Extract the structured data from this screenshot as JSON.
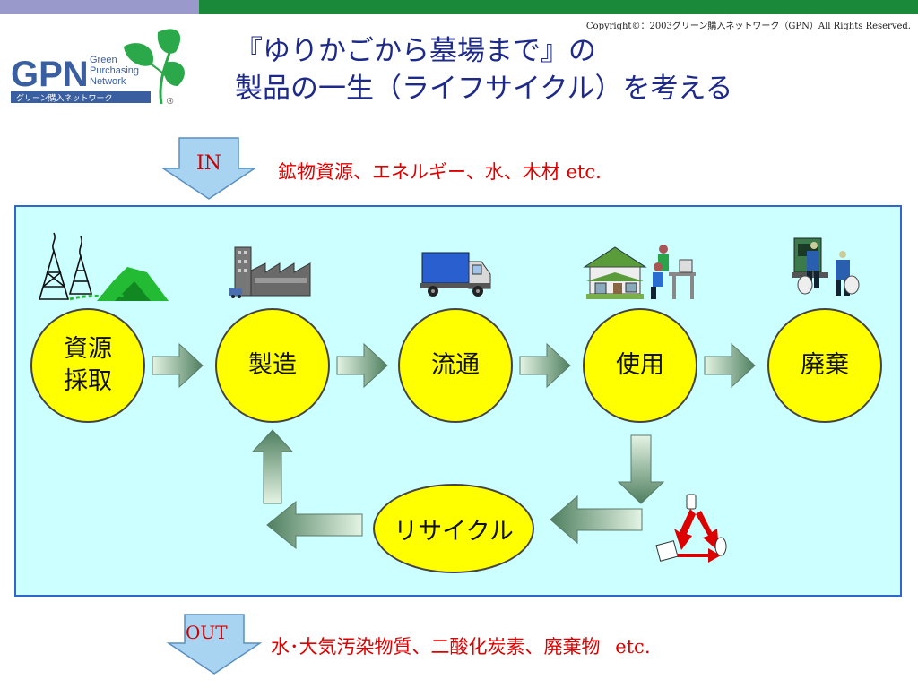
{
  "copyright": "Copyright©：2003グリーン購入ネットワーク（GPN）All Rights Reserved.",
  "logo": {
    "mark": "GPN",
    "words": [
      "Green",
      "Purchasing",
      "Network"
    ],
    "jp": "グリーン購入ネットワーク",
    "registered": "®"
  },
  "title": {
    "line1": "『ゆりかごから墓場まで』の",
    "line2": "製品の一生（ライフサイクル）を考える"
  },
  "input": {
    "label": "IN",
    "text": "鉱物資源、エネルギー、水、木材",
    "etc": "etc."
  },
  "output": {
    "label": "OUT",
    "text": "水･大気汚染物質、二酸化炭素、廃棄物",
    "etc": "etc."
  },
  "stages": [
    {
      "label": "資源\n採取",
      "icon": "mining-icon"
    },
    {
      "label": "製造",
      "icon": "factory-icon"
    },
    {
      "label": "流通",
      "icon": "truck-icon"
    },
    {
      "label": "使用",
      "icon": "house-office-icon"
    },
    {
      "label": "廃棄",
      "icon": "garbage-truck-icon"
    }
  ],
  "recycle": {
    "label": "リサイクル",
    "icon": "recycle-triangle-icon"
  },
  "colors": {
    "title": "#1d2a8a",
    "stage_fill": "#ffff00",
    "panel_fill": "#ccffff",
    "panel_border": "#3366cc",
    "io_text": "#dd0000",
    "down_arrow": "#a8d4f2"
  }
}
